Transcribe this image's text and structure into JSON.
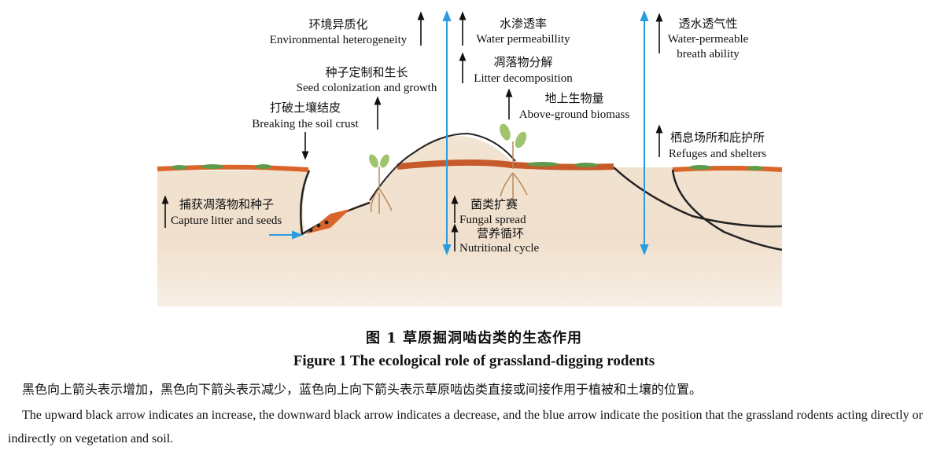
{
  "labels": {
    "env_zh": "环境异质化",
    "env_en": "Environmental heterogeneity",
    "seed_zh": "种子定制和生长",
    "seed_en": "Seed colonization and growth",
    "crust_zh": "打破土壤结皮",
    "crust_en": "Breaking the soil crust",
    "capture_zh": "捕获凋落物和种子",
    "capture_en": "Capture litter and seeds",
    "water_zh": "水渗透率",
    "water_en": "Water permeabillity",
    "litter_zh": "凋落物分解",
    "litter_en": "Litter decomposition",
    "biomass_zh": "地上生物量",
    "biomass_en": "Above-ground biomass",
    "fungal_zh": "菌类扩赛",
    "fungal_en": "Fungal spread",
    "nutri_zh": "营养循环",
    "nutri_en": "Nutritional cycle",
    "breath_zh": "透水透气性",
    "breath_en1": "Water-permeable",
    "breath_en2": "breath ability",
    "refuge_zh": "栖息场所和庇护所",
    "refuge_en": "Refuges and shelters"
  },
  "caption": {
    "zh": "图 1   草原掘洞啮齿类的生态作用",
    "en": "Figure 1    The ecological role of grassland-digging rodents"
  },
  "notes": {
    "zh": "黑色向上箭头表示增加，黑色向下箭头表示减少，蓝色向上向下箭头表示草原啮齿类直接或间接作用于植被和土壤的位置。",
    "en": "The upward black arrow indicates an increase, the downward black arrow indicates a decrease, and the blue arrow indicate the position that the grassland rodents acting directly or indirectly on vegetation and soil."
  },
  "colors": {
    "soil_top": "#f3e7d8",
    "soil_bottom": "#f6f0e6",
    "crust": "#d9652a",
    "grass": "#5f9a4a",
    "blue_arrow": "#2b9be0",
    "black": "#111111"
  }
}
